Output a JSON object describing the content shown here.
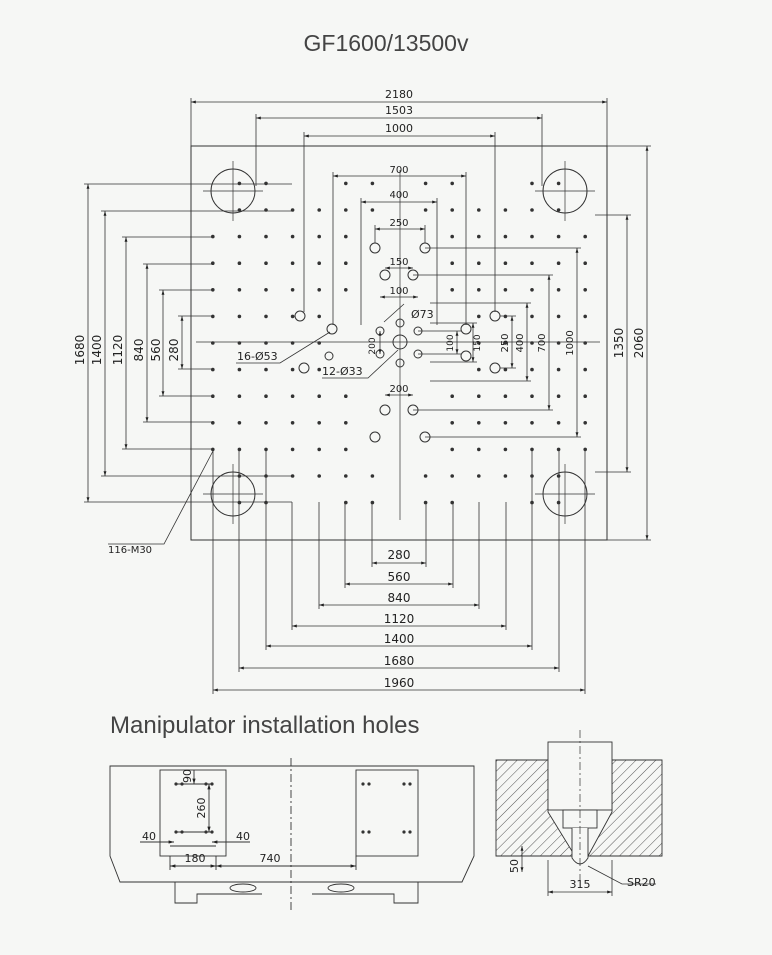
{
  "title": "GF1600/13500v",
  "section_title": "Manipulator installation holes",
  "platen": {
    "top_dims": [
      "2180",
      "1503",
      "1000",
      "700",
      "400",
      "250",
      "150",
      "100"
    ],
    "bottom_dims": [
      "200",
      "280",
      "560",
      "840",
      "1120",
      "1400",
      "1680",
      "1960"
    ],
    "left_dims": [
      "1680",
      "1400",
      "1120",
      "840",
      "560",
      "280"
    ],
    "inner_left_dim": "200",
    "right_dims": [
      "1350",
      "2060"
    ],
    "inner_right_dims": [
      "100",
      "150",
      "250",
      "400",
      "700",
      "1000"
    ],
    "callouts": {
      "large_holes": "16-Ø53",
      "small_holes": "12-Ø33",
      "center_hole": "Ø73",
      "tapped_holes": "116-M30"
    }
  },
  "manipulator": {
    "dims": [
      "90",
      "260",
      "40",
      "40",
      "180",
      "740"
    ]
  },
  "section": {
    "dims": [
      "50",
      "315"
    ],
    "radius": "SR20"
  }
}
